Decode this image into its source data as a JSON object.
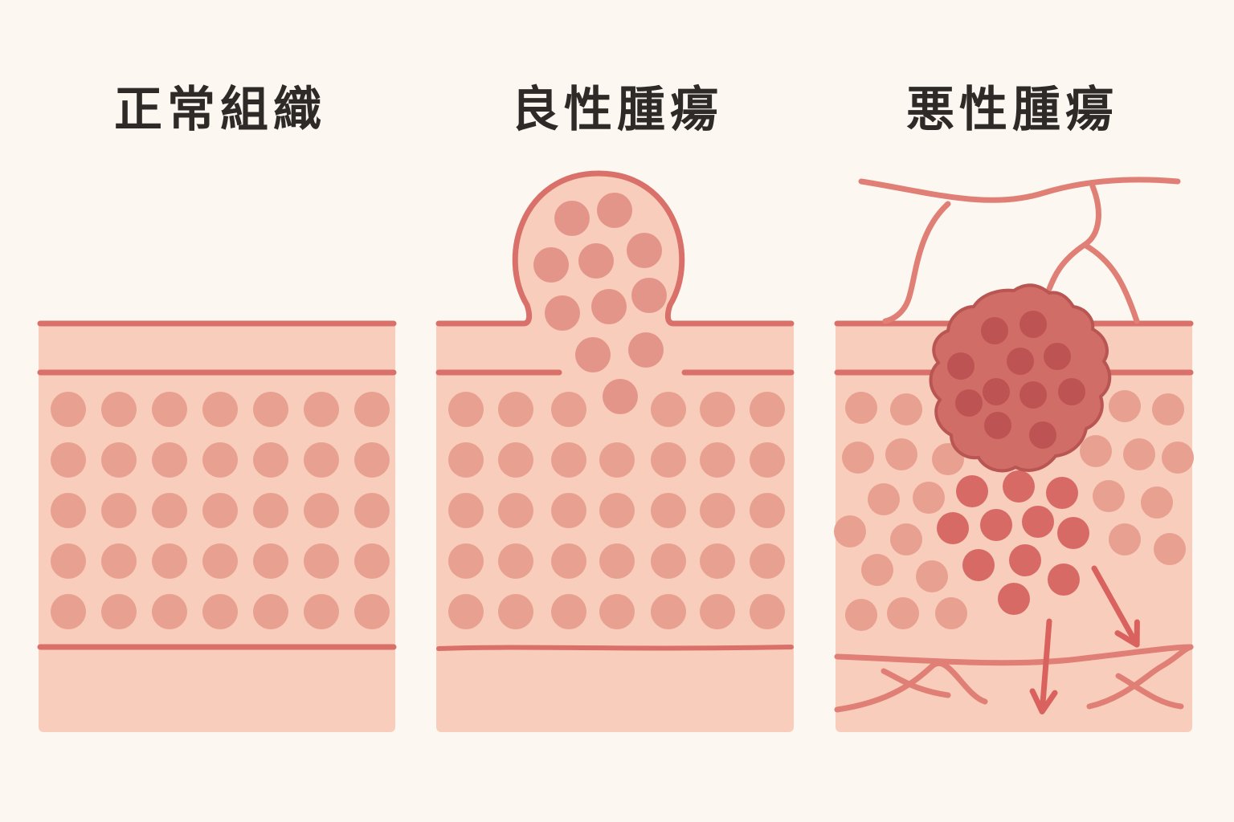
{
  "panels": [
    {
      "id": "normal",
      "title": "正常組織"
    },
    {
      "id": "benign",
      "title": "良性腫瘍"
    },
    {
      "id": "malignant",
      "title": "悪性腫瘍"
    }
  ],
  "colors": {
    "background": "#fcf8f1",
    "tissue_fill": "#f9cdbb",
    "membrane_line": "#d9706a",
    "normal_cell": "#e8a091",
    "tumor_cell": "#e4958a",
    "malignant_cell": "#d86a66",
    "malignant_mass": "#cf6d66",
    "malignant_nucleus": "#bd5453",
    "vessel": "#e07f75",
    "arrow": "#d9625f"
  },
  "icons": [
    "invasion-arrow-icon"
  ]
}
